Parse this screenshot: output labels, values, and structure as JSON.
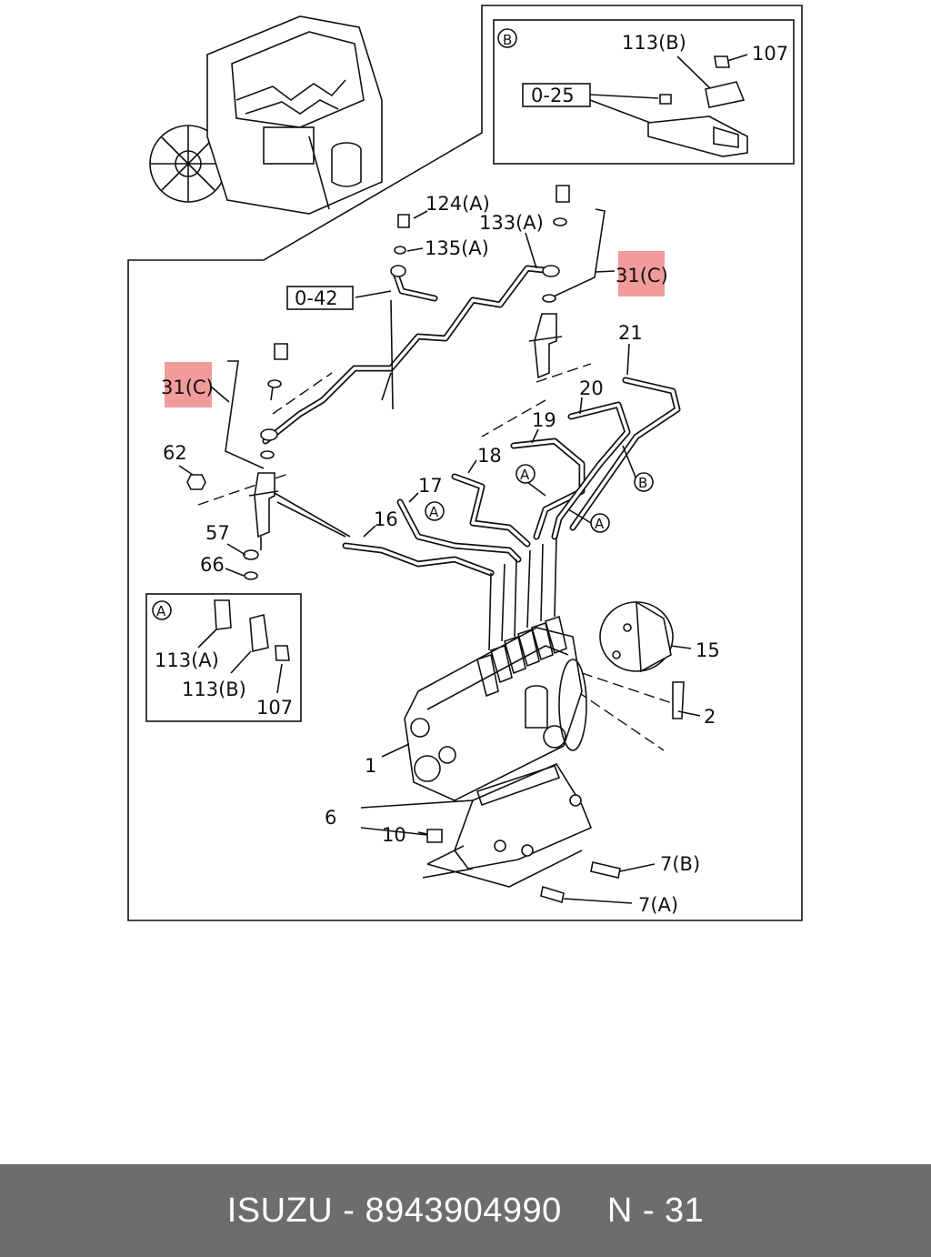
{
  "diagram": {
    "labels": {
      "p124A": "124(A)",
      "p133A": "133(A)",
      "p135A": "135(A)",
      "ref042": "0-42",
      "p31C_right": "31(C)",
      "p31C_left": "31(C)",
      "p21": "21",
      "p20": "20",
      "p19": "19",
      "p18": "18",
      "p17": "17",
      "p16": "16",
      "p62": "62",
      "p57": "57",
      "p66": "66",
      "p15": "15",
      "p2": "2",
      "p1": "1",
      "p6": "6",
      "p10": "10",
      "p7B": "7(B)",
      "p7A": "7(A)",
      "callout_A1": "A",
      "callout_A2": "A",
      "callout_A3": "A",
      "callout_B": "B"
    },
    "inset_b": {
      "tag": "B",
      "p113B": "113(B)",
      "p107": "107",
      "ref025": "0-25"
    },
    "inset_a": {
      "tag": "A",
      "p113A": "113(A)",
      "p113B": "113(B)",
      "p107": "107"
    },
    "highlight_color": "#f19b9b"
  },
  "footer": {
    "brand_part": "ISUZU - 8943904990",
    "page_ref": "N - 31"
  }
}
